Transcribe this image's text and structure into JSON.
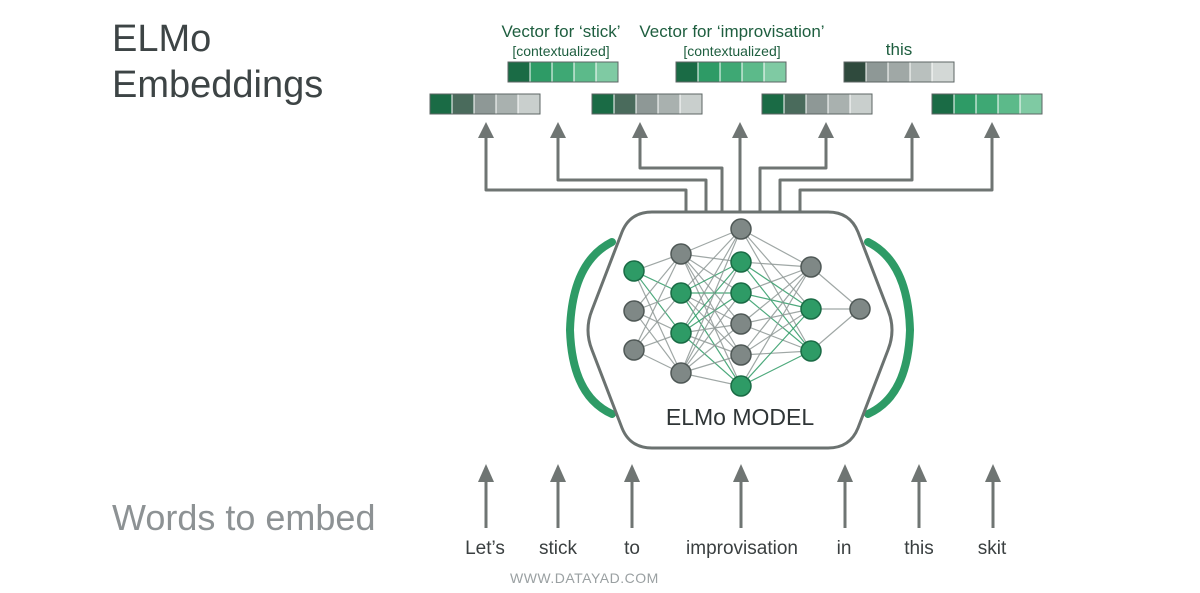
{
  "title": "ELMo\nEmbeddings",
  "subtitle": "Words to embed",
  "model_label": "ELMo MODEL",
  "watermark": "WWW.DATAYAD.COM",
  "vector_labels": [
    {
      "line1": "Vector for ‘stick’",
      "line2": "[contextualized]"
    },
    {
      "line1": "Vector for ‘improvisation’",
      "line2": "[contextualized]"
    },
    {
      "line1": "this",
      "line2": ""
    }
  ],
  "words": [
    "Let’s",
    "stick",
    "to",
    "improvisation",
    "in",
    "this",
    "skit"
  ],
  "colors": {
    "green_dark": "#1a6b45",
    "green_mid": "#2e9b66",
    "green_light": "#7fcaa3",
    "gray_dark": "#4f5a58",
    "gray_mid": "#8e9896",
    "gray_light": "#c9cfcd",
    "line": "#6f7573",
    "text_dark": "#3d4445"
  },
  "icons": [
    "arrow-up-icon",
    "neural-network-icon"
  ]
}
